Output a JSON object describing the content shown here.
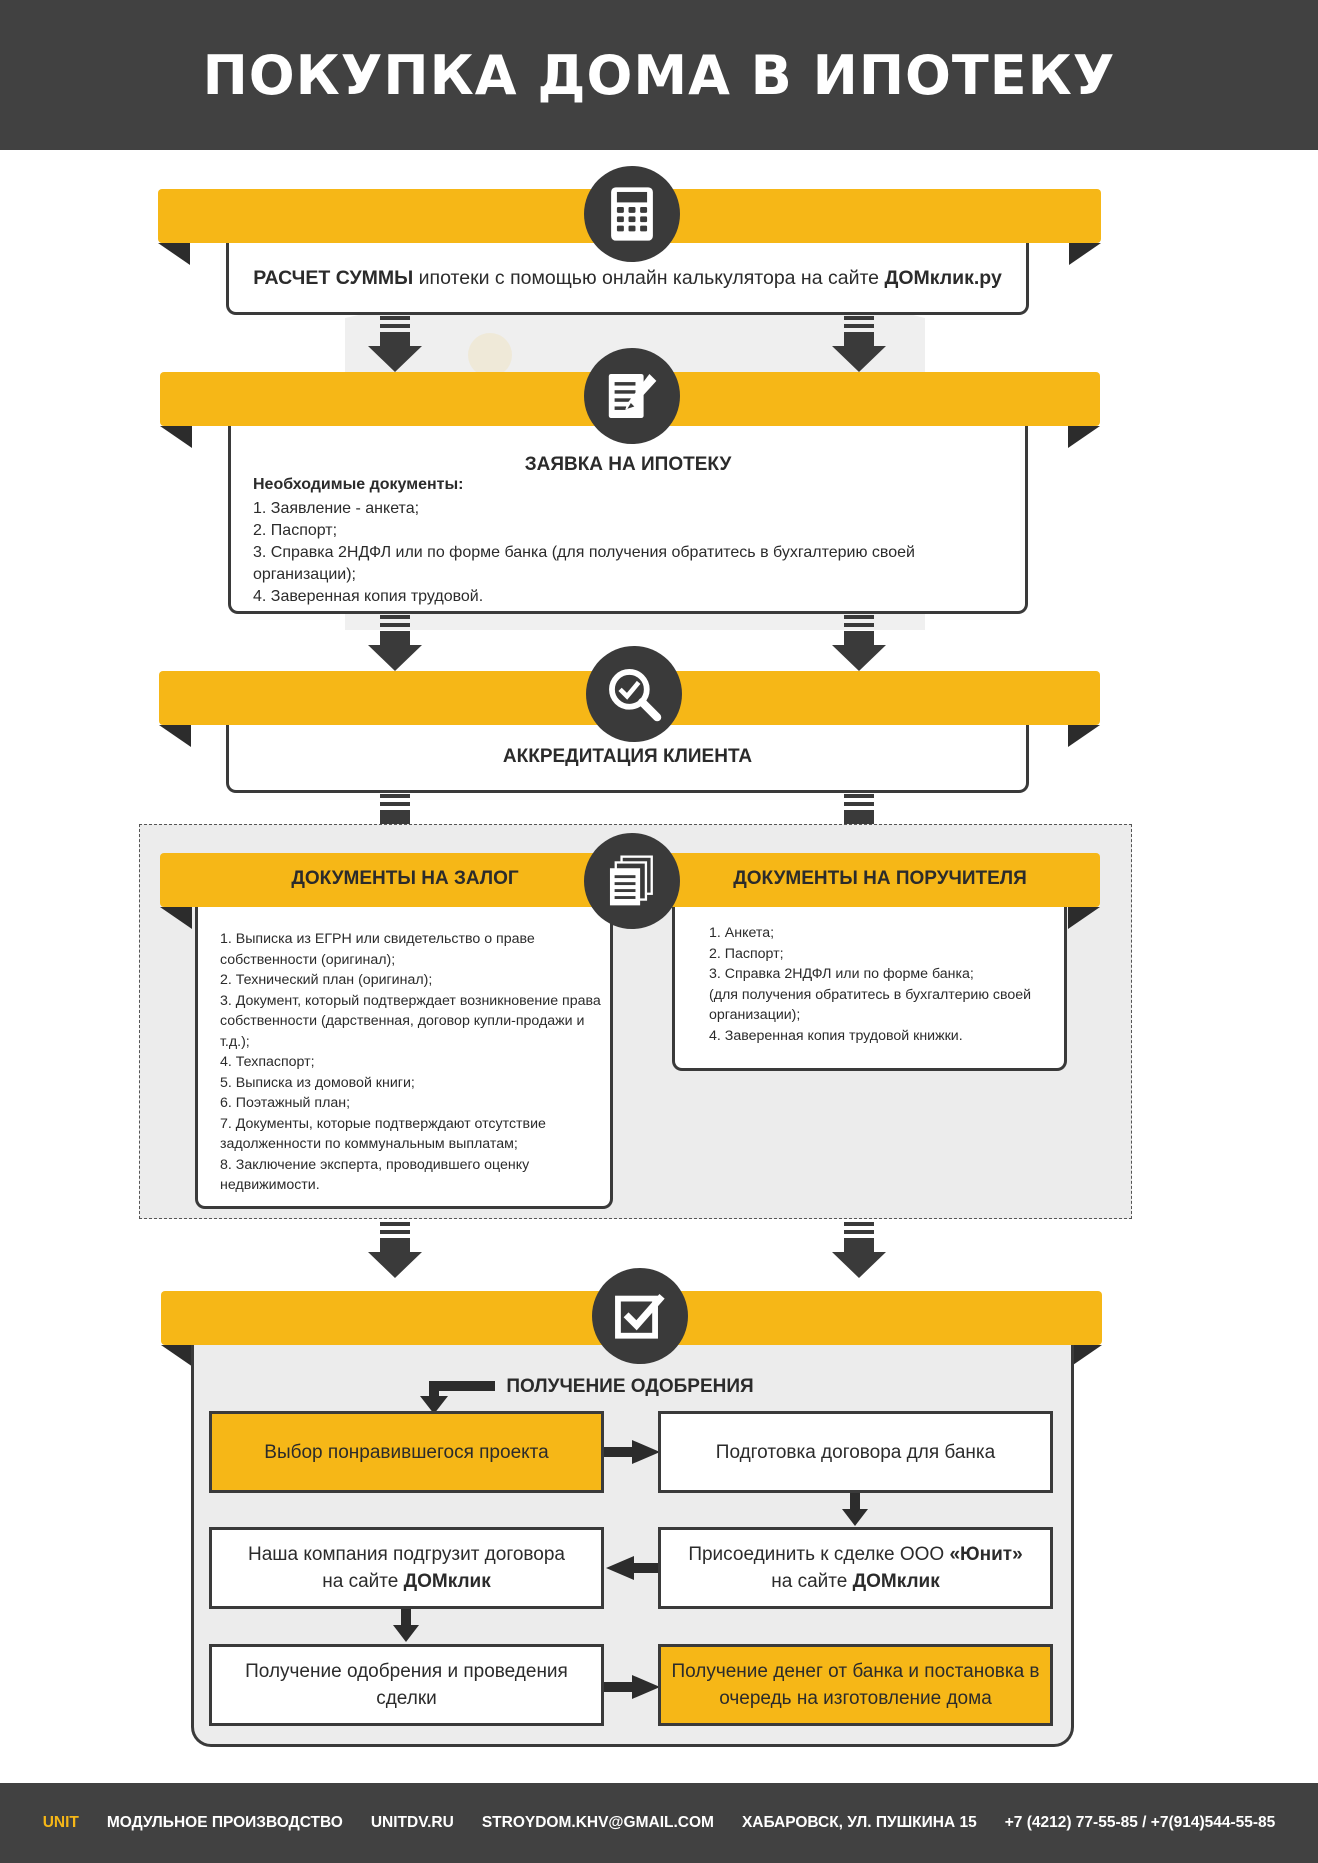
{
  "title": "ПОКУПКА ДОМА В ИПОТЕКУ",
  "step1": {
    "icon": "calculator-icon",
    "text_bold1": "РАСЧЕТ СУММЫ",
    "text_mid": " ипотеки с помощью онлайн калькулятора на сайте ",
    "text_bold2": "ДОМклик.ру"
  },
  "step2": {
    "icon": "document-pen-icon",
    "title": "ЗАЯВКА НА ИПОТЕКУ",
    "subtitle": "Необходимые документы:",
    "items": [
      "1. Заявление - анкета;",
      "2. Паспорт;",
      "3. Справка 2НДФЛ или по форме банка (для получения обратитесь  в бухгалтерию своей организации);",
      "4. Заверенная копия трудовой."
    ]
  },
  "step3": {
    "icon": "magnifier-check-icon",
    "title": "АККРЕДИТАЦИЯ КЛИЕНТА"
  },
  "step4": {
    "icon": "documents-icon",
    "left_title": "ДОКУМЕНТЫ НА ЗАЛОГ",
    "left_items": [
      "1. Выписка из ЕГРН или свидетельство о праве собственности (оригинал);",
      "2. Технический план (оригинал);",
      "3. Документ, который подтверждает возникновение права собственности (дарственная, договор купли-продажи и т.д.);",
      "4. Техпаспорт;",
      "5. Выписка из домовой книги;",
      "6. Поэтажный план;",
      "7. Документы, которые подтверждают отсутствие задолженности по коммунальным выплатам;",
      "8. Заключение эксперта, проводившего оценку недвижимости."
    ],
    "right_title": "ДОКУМЕНТЫ НА ПОРУЧИТЕЛЯ",
    "right_items": [
      "1. Анкета;",
      "2. Паспорт;",
      "3. Справка 2НДФЛ или по форме банка;",
      "(для получения обратитесь в бухгалтерию своей организации);",
      "4. Заверенная копия трудовой книжки."
    ]
  },
  "step5": {
    "icon": "checkbox-icon",
    "title": "ПОЛУЧЕНИЕ ОДОБРЕНИЯ",
    "box1": "Выбор понравившегося проекта",
    "box2": "Подготовка договора для банка",
    "box3_a": "Присоединить к сделке ООО ",
    "box3_b": "«Юнит»",
    "box3_c": "на сайте ",
    "box3_d": "ДОМклик",
    "box4_a": "Наша компания подгрузит договора",
    "box4_b": "на сайте ",
    "box4_c": "ДОМклик",
    "box5": "Получение одобрения и проведения сделки",
    "box6": "Получение денег от банка и постановка в очередь на изготовление дома"
  },
  "footer": {
    "brand": "UNIT",
    "tagline": "МОДУЛЬНОЕ ПРОИЗВОДСТВО",
    "site": "UNITDV.RU",
    "email": "STROYDOM.KHV@GMAIL.COM",
    "address": "ХАБАРОВСК, УЛ. ПУШКИНА 15",
    "phones": "+7 (4212) 77-55-85 / +7(914)544-55-85"
  },
  "colors": {
    "accent": "#f6b717",
    "dark": "#414141",
    "panel": "#ececec"
  }
}
